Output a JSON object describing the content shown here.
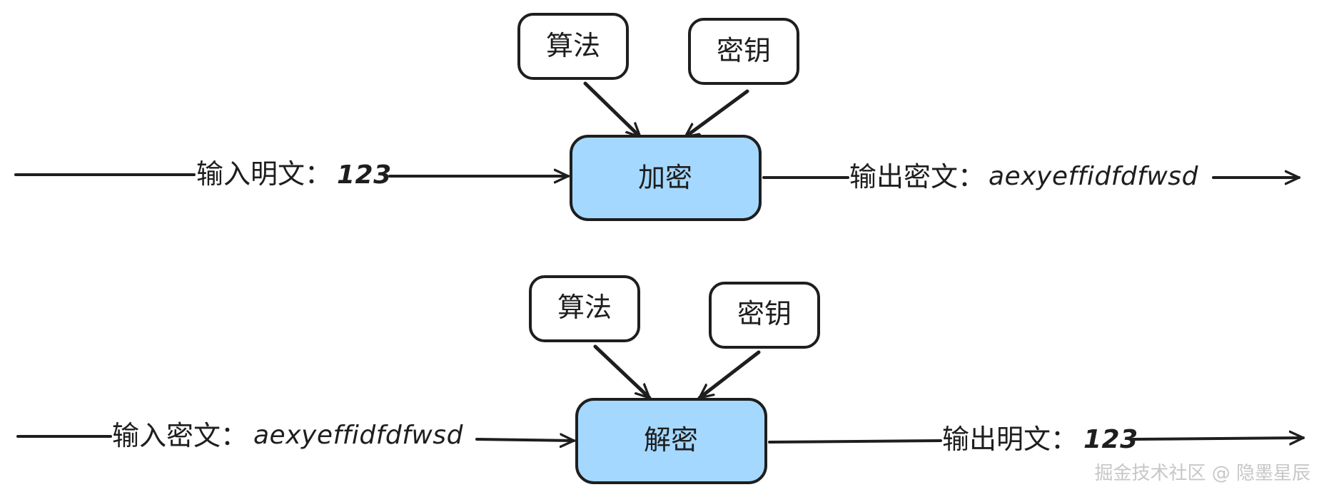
{
  "colors": {
    "stroke": "#1e1e1e",
    "process_fill": "#a5d8ff",
    "box_fill": "#ffffff",
    "watermark": "#c7c7c7"
  },
  "encrypt": {
    "algorithm": "算法",
    "key": "密钥",
    "process": "加密",
    "input_label": "输入明文：",
    "input_value": "123",
    "output_label": "输出密文：",
    "output_value": "aexyeffidfdfwsd"
  },
  "decrypt": {
    "algorithm": "算法",
    "key": "密钥",
    "process": "解密",
    "input_label": "输入密文：",
    "input_value": "aexyeffidfdfwsd",
    "output_label": "输出明文：",
    "output_value": "123"
  },
  "watermark": "掘金技术社区 @ 隐墨星辰"
}
